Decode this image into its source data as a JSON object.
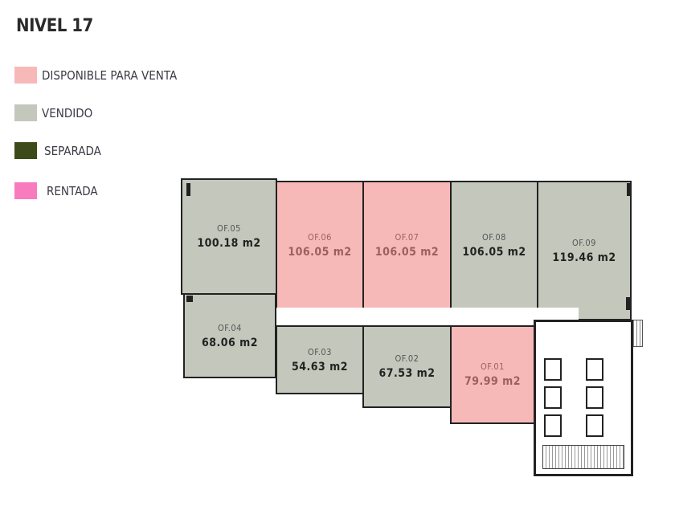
{
  "title": "NIVEL 17",
  "legend": [
    {
      "label": "DISPONIBLE PARA VENTA",
      "color": "#f7b9b8"
    },
    {
      "label": "VENDIDO",
      "color": "#c4c8bc"
    },
    {
      "label": "SEPARADA",
      "color": "#3d4a1a"
    },
    {
      "label": "RENTADA",
      "color": "#f77bbd"
    }
  ],
  "offices": [
    {
      "id": "OF.01",
      "area": "79.99 m2",
      "status": "disponible"
    },
    {
      "id": "OF.02",
      "area": "67.53 m2",
      "status": "vendido"
    },
    {
      "id": "OF.03",
      "area": "54.63 m2",
      "status": "vendido"
    },
    {
      "id": "OF.04",
      "area": "68.06 m2",
      "status": "vendido"
    },
    {
      "id": "OF.05",
      "area": "100.18 m2",
      "status": "vendido"
    },
    {
      "id": "OF.06",
      "area": "106.05 m2",
      "status": "disponible"
    },
    {
      "id": "OF.07",
      "area": "106.05 m2",
      "status": "disponible"
    },
    {
      "id": "OF.08",
      "area": "106.05 m2",
      "status": "vendido"
    },
    {
      "id": "OF.09",
      "area": "119.46 m2",
      "status": "vendido"
    }
  ]
}
